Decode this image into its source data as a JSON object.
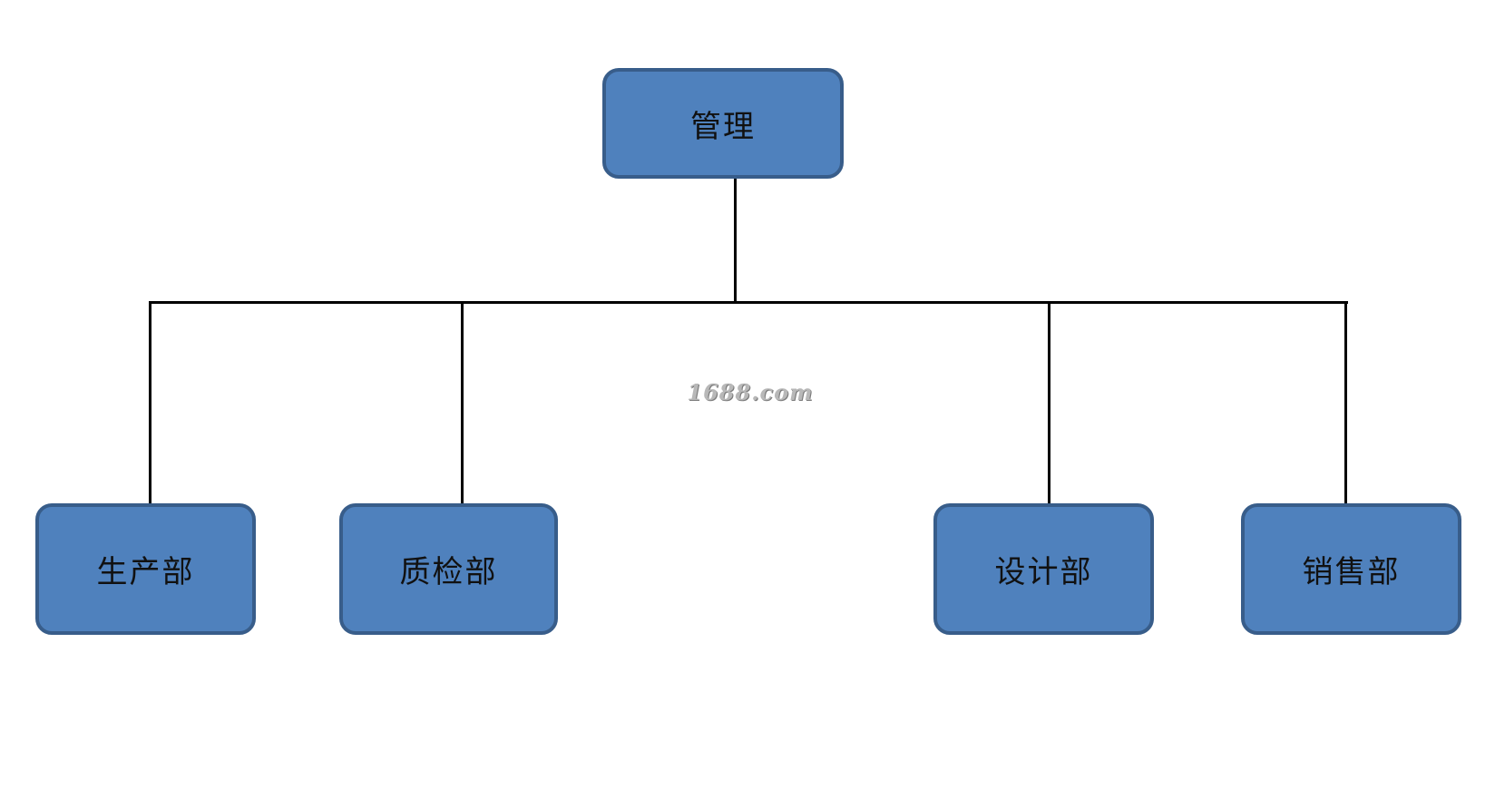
{
  "root": {
    "label": "管理"
  },
  "departments": [
    {
      "label": "生产部"
    },
    {
      "label": "质检部"
    },
    {
      "label": "设计部"
    },
    {
      "label": "销售部"
    }
  ],
  "watermark": "1688.com",
  "colors": {
    "node_fill": "#4f81bd",
    "node_border": "#385d8a",
    "connector": "#000000",
    "background": "#ffffff"
  }
}
